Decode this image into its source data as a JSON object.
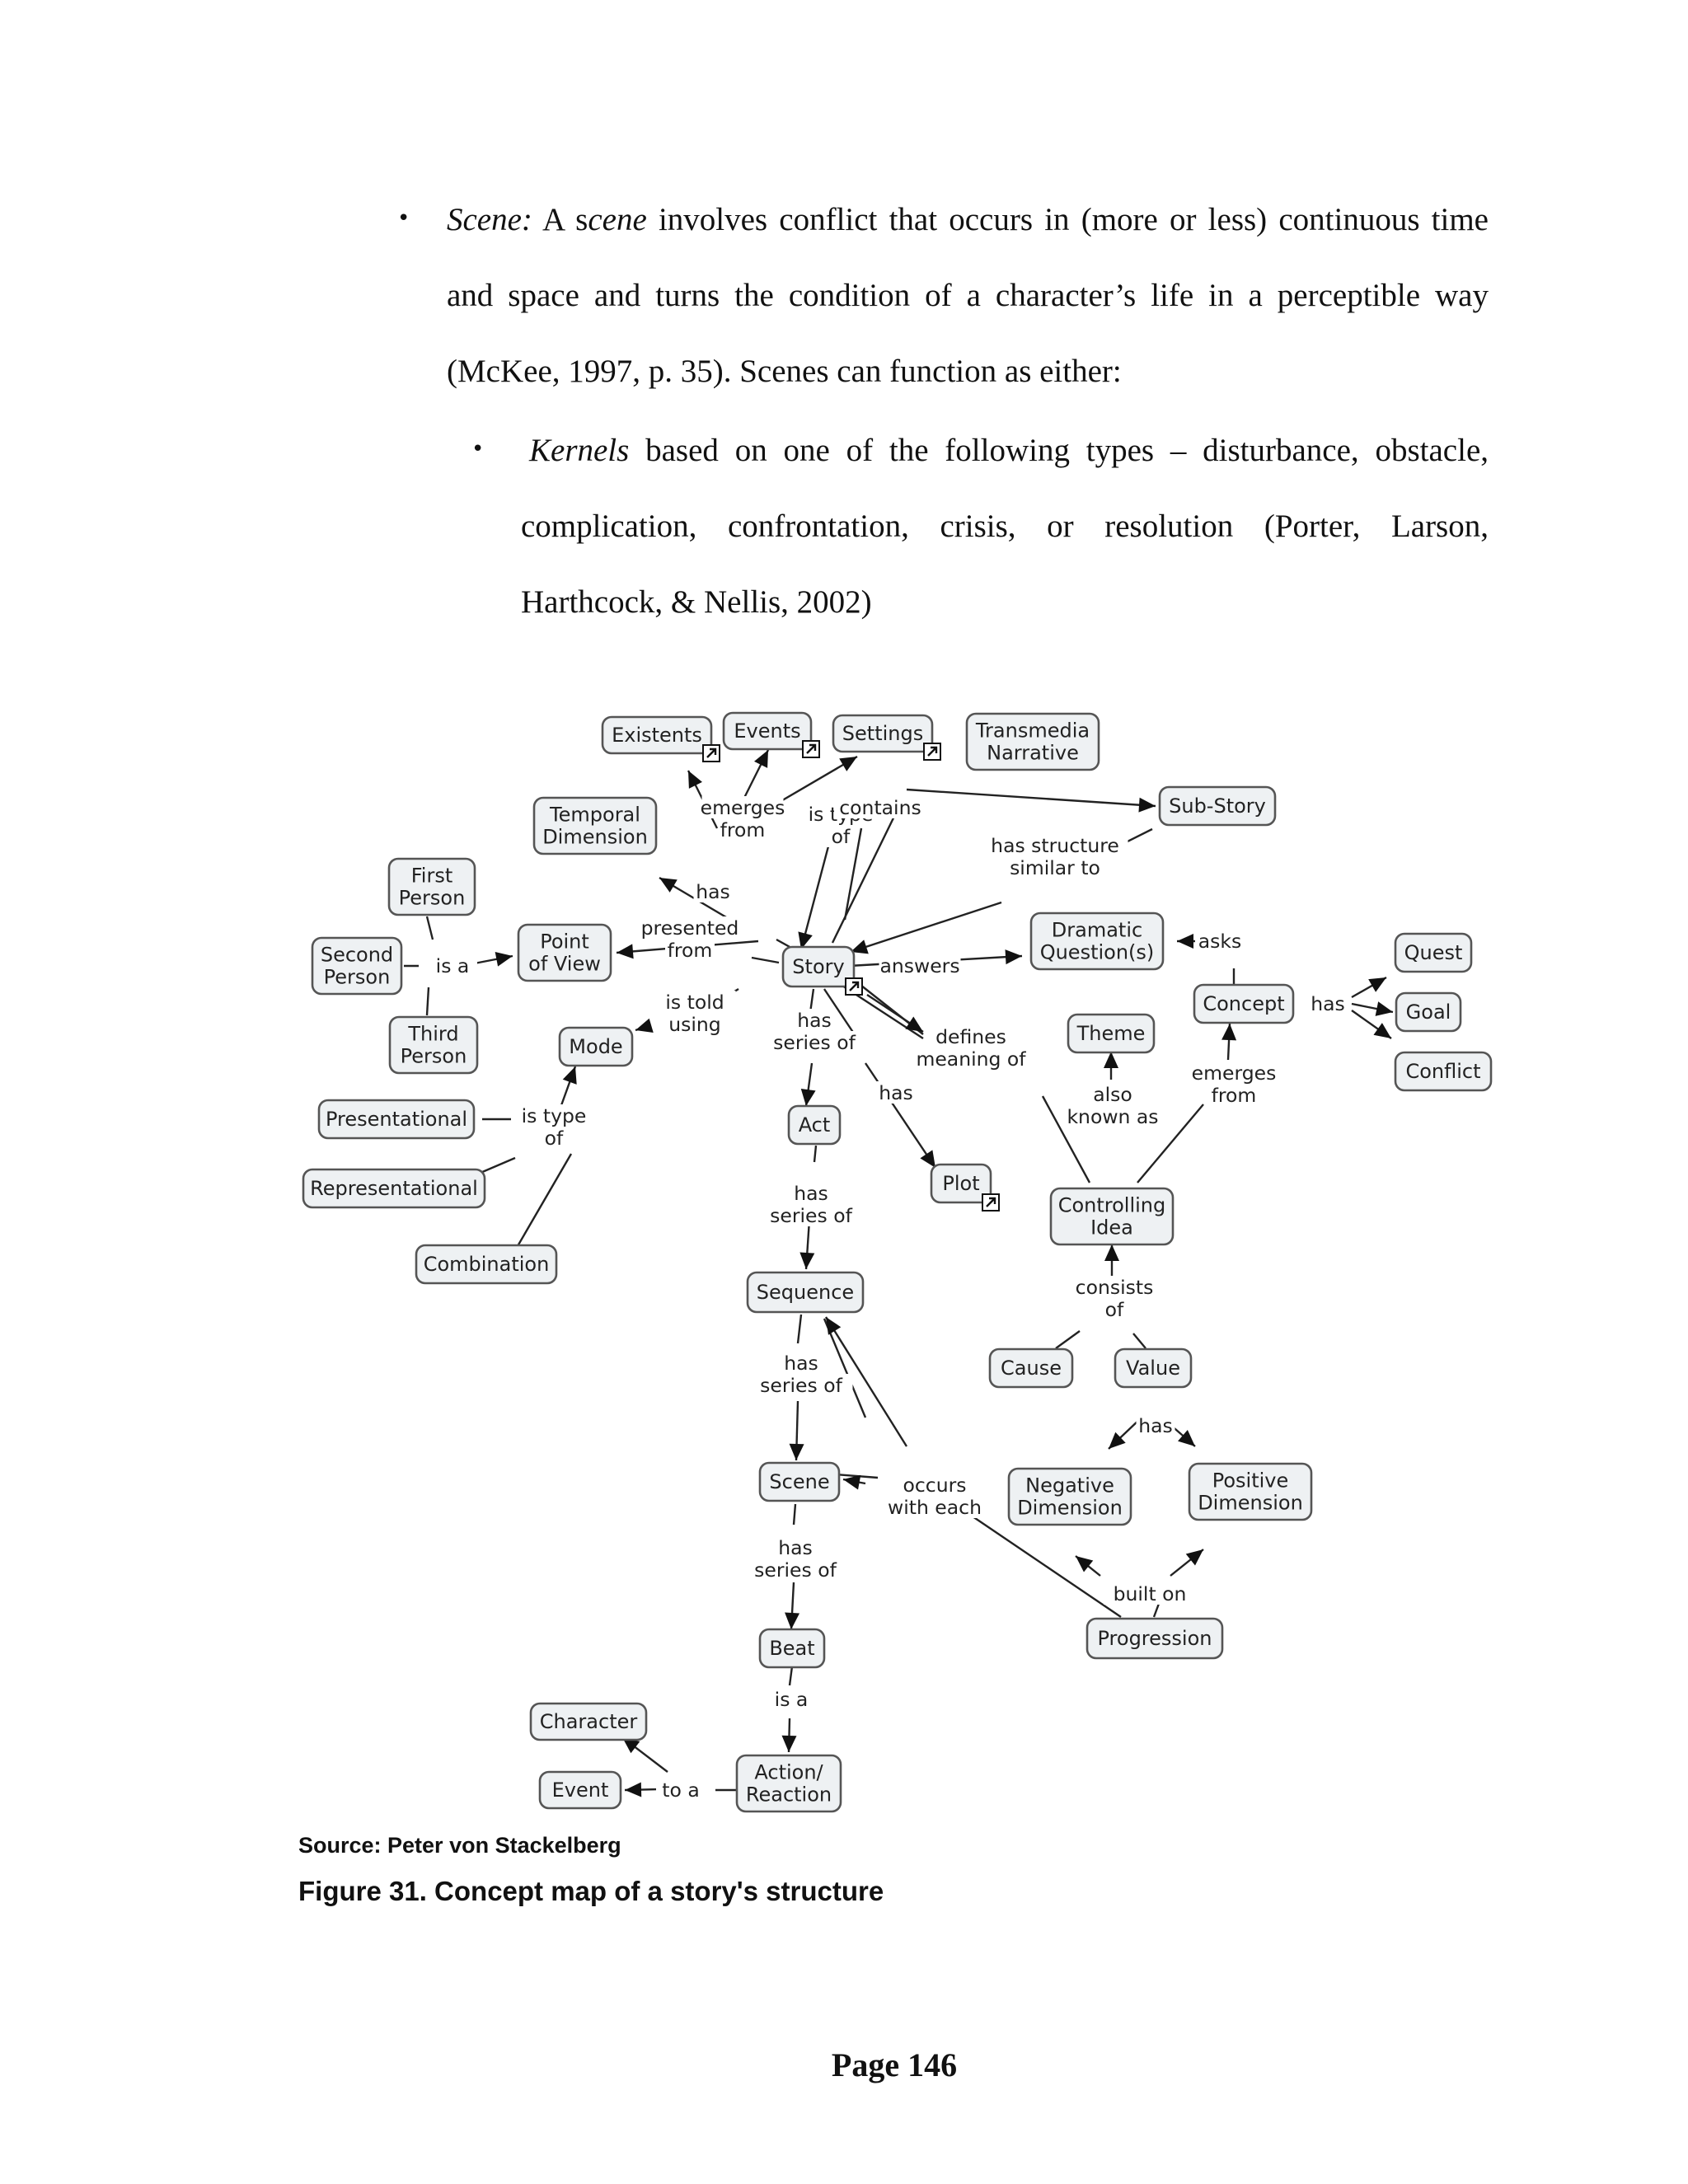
{
  "text": {
    "scene_label": "Scene:",
    "scene_line1_a": " A s",
    "scene_line1_em": "cene",
    "scene_line1_b": " involves conflict that occurs in (more or less) continuous time",
    "scene_line2": "and space and turns the condition of a character’s life in a perceptible way",
    "scene_line3": "(McKee, 1997, p. 35). Scenes can function as either:",
    "kernels_label": "Kernels",
    "kernels_line1": " based on one of the following types – disturbance, obstacle,",
    "kernels_line2": "complication, confrontation, crisis, or resolution (Porter, Larson,",
    "kernels_line3": "Harthcock, & Nellis, 2002)",
    "bullet": "•"
  },
  "diagram": {
    "nodes": {
      "existents": "Existents",
      "events": "Events",
      "settings": "Settings",
      "transmedia": [
        "Transmedia",
        "Narrative"
      ],
      "temporal": [
        "Temporal",
        "Dimension"
      ],
      "substory": "Sub-Story",
      "first_person": [
        "First",
        "Person"
      ],
      "second_person": [
        "Second",
        "Person"
      ],
      "third_person": [
        "Third",
        "Person"
      ],
      "point_of_view": [
        "Point",
        "of View"
      ],
      "story": "Story",
      "dramatic": [
        "Dramatic",
        "Question(s)"
      ],
      "quest": "Quest",
      "concept": "Concept",
      "goal": "Goal",
      "conflict": "Conflict",
      "mode": "Mode",
      "theme": "Theme",
      "presentational": "Presentational",
      "representational": "Representational",
      "combination": "Combination",
      "act": "Act",
      "plot": "Plot",
      "controlling_idea": [
        "Controlling",
        "Idea"
      ],
      "sequence": "Sequence",
      "cause": "Cause",
      "value": "Value",
      "scene": "Scene",
      "negative": [
        "Negative",
        "Dimension"
      ],
      "positive": [
        "Positive",
        "Dimension"
      ],
      "beat": "Beat",
      "progression": "Progression",
      "character": "Character",
      "event": "Event",
      "action": [
        "Action/",
        "Reaction"
      ]
    },
    "links": {
      "emerges_from": [
        "emerges",
        "from"
      ],
      "is_type_of_top": [
        "is type",
        "of"
      ],
      "contains": "contains",
      "has_structure": [
        "has structure",
        "similar to"
      ],
      "has_temporal": "has",
      "presented_from": [
        "presented",
        "from"
      ],
      "is_a_pov": "is a",
      "answers": "answers",
      "asks": "asks",
      "has_concept": "has",
      "is_told_using": [
        "is told",
        "using"
      ],
      "has_series_act": [
        "has",
        "series of"
      ],
      "defines_meaning": [
        "defines",
        "meaning of"
      ],
      "has_plot": "has",
      "also_known_as": [
        "also",
        "known as"
      ],
      "emerges_from_concept": [
        "emerges",
        "from"
      ],
      "is_type_of_mode": [
        "is type",
        "of"
      ],
      "has_series_seq": [
        "has",
        "series of"
      ],
      "consists_of": [
        "consists",
        "of"
      ],
      "has_series_scene": [
        "has",
        "series of"
      ],
      "has_value": "has",
      "occurs_with": [
        "occurs",
        "with each"
      ],
      "has_series_beat": [
        "has",
        "series of"
      ],
      "built_on": "built on",
      "is_a_beat": "is a",
      "to_a": "to a"
    }
  },
  "captions": {
    "source": "Source: Peter von Stackelberg",
    "figure": "Figure 31. Concept map of a story's structure"
  },
  "page_number": "Page 146"
}
